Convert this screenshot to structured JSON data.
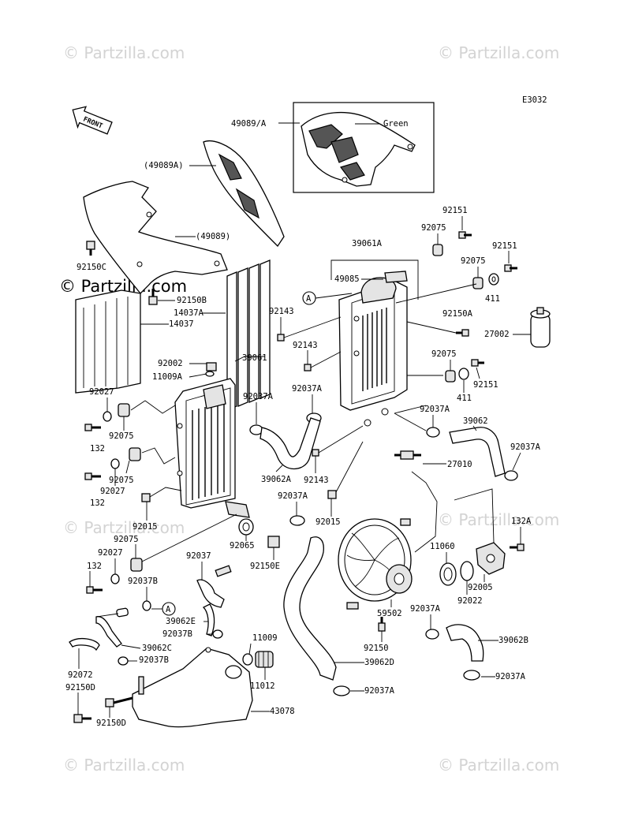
{
  "diagram": {
    "code": "E3032",
    "front_label": "FRONT",
    "watermark": "© Partzilla.com",
    "watermark_center": "© Partzilla.com",
    "circle_ref": "A",
    "labels": {
      "p49089_A": "49089/A",
      "green": "Green",
      "p49089A_paren": "(49089A)",
      "p49089_paren": "(49089)",
      "p92150C": "92150C",
      "p92150B": "92150B",
      "p14037A": "14037A",
      "p14037": "14037",
      "p92151_a": "92151",
      "p92075_a": "92075",
      "p92151_b": "92151",
      "p39061A": "39061A",
      "p92075_b": "92075",
      "p49085": "49085",
      "p92143_a": "92143",
      "p92150A": "92150A",
      "p411_a": "411",
      "p27002": "27002",
      "p92143_b": "92143",
      "p92075_c": "92075",
      "p92151_c": "92151",
      "p411_b": "411",
      "p92002": "92002",
      "p11009A": "11009A",
      "p39061": "39061",
      "p92037A_a": "92037A",
      "p92037A_b": "92037A",
      "p92027_a": "92027",
      "p92037A_c": "92037A",
      "p39062": "39062",
      "p132_a": "132",
      "p92075_d": "92075",
      "p92037A_d": "92037A",
      "p92143_c": "92143",
      "p27010": "27010",
      "p39062A": "39062A",
      "p92075_e": "92075",
      "p92027_b": "92027",
      "p132_b": "132",
      "p92037A_e": "92037A",
      "p92015_a": "92015",
      "p92015_b": "92015",
      "p132A": "132A",
      "p92075_f": "92075",
      "p92065": "92065",
      "p92027_c": "92027",
      "p11060": "11060",
      "p92150E": "92150E",
      "p92037": "92037",
      "p132_c": "132",
      "p92037B_a": "92037B",
      "p92022": "92022",
      "p92005": "92005",
      "p39062E": "39062E",
      "p59502": "59502",
      "p92037A_f": "92037A",
      "p92037B_b": "92037B",
      "p11009": "11009",
      "p39062C": "39062C",
      "p92037B_c": "92037B",
      "p92150": "92150",
      "p39062B": "39062B",
      "p92072": "92072",
      "p39062D": "39062D",
      "p92037A_g": "92037A",
      "p92150D_a": "92150D",
      "p11012": "11012",
      "p92037A_h": "92037A",
      "p43078": "43078",
      "p92150D_b": "92150D"
    }
  }
}
